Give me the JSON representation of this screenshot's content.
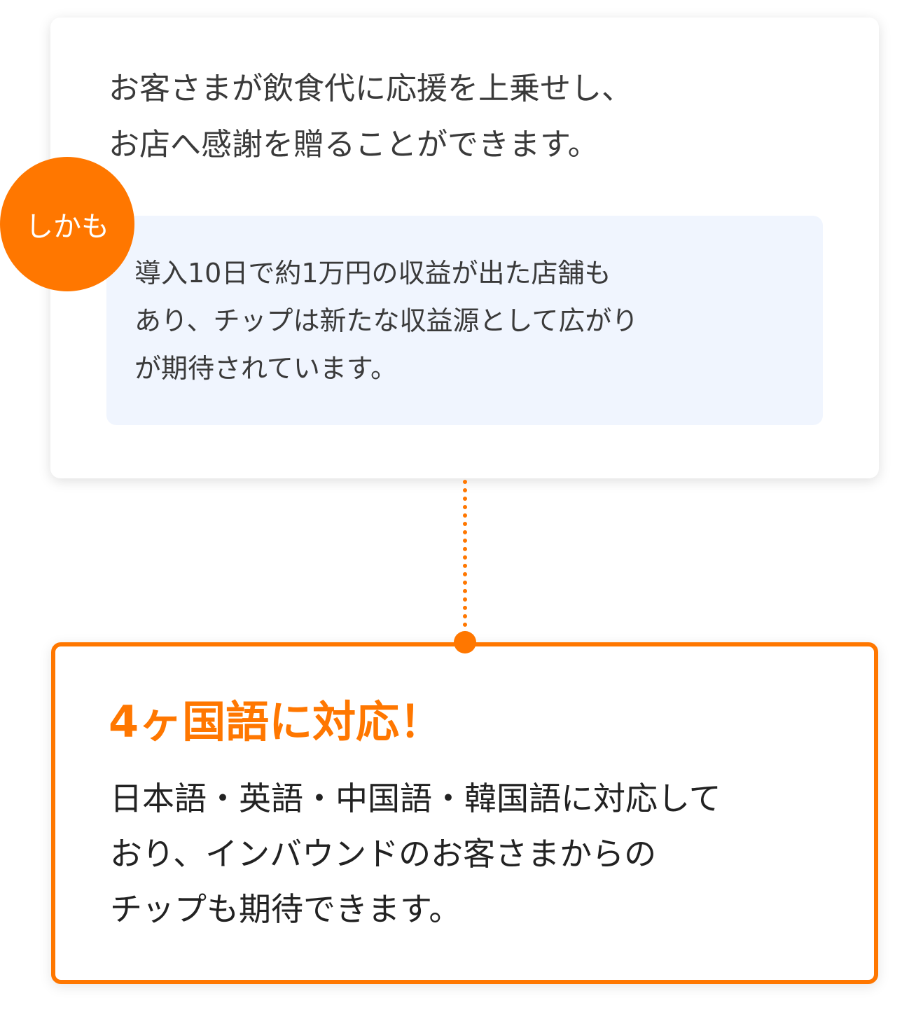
{
  "intro": {
    "lines": [
      "お客さまが飲食代に応援を上乗せし、",
      "お店へ感謝を贈ることができます。"
    ]
  },
  "badge": {
    "label": "しかも",
    "color": "#FF7700"
  },
  "highlight": {
    "lines": [
      "導入10日で約1万円の収益が出た店舗も",
      "あり、チップは新たな収益源として広がり",
      "が期待されています。"
    ]
  },
  "feature": {
    "title": "4ヶ国語に対応！",
    "lines": [
      "日本語・英語・中国語・韓国語に対応して",
      "おり、インバウンドのお客さまからの",
      "チップも期待できます。"
    ]
  }
}
